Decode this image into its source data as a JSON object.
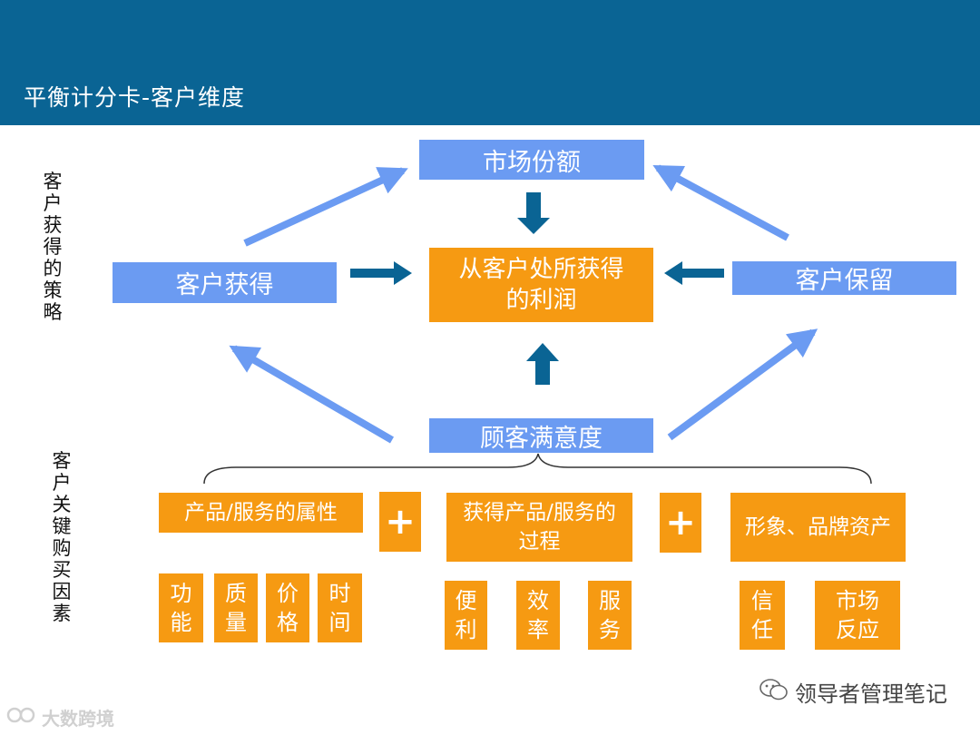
{
  "header": {
    "title": "平衡计分卡-客户维度"
  },
  "side_labels": {
    "strategy": "客户获得的策略",
    "key_factors": "客户关键购买因素"
  },
  "top_boxes": {
    "market_share": "市场份额",
    "acquisition": "客户获得",
    "retention": "客户保留",
    "profit": "从客户处所获得的利润",
    "satisfaction": "顾客满意度"
  },
  "factor_groups": {
    "attributes": "产品/服务的属性",
    "process": "获得产品/服务的过程",
    "image": "形象、品牌资产",
    "plus1": "+",
    "plus2": "+"
  },
  "attribute_items": [
    "功能",
    "质量",
    "价格",
    "时间"
  ],
  "process_items": [
    "便利",
    "效率",
    "服务"
  ],
  "image_items": [
    "信任",
    "市场反应"
  ],
  "watermark": {
    "text": "领导者管理笔记"
  },
  "brand": {
    "text": "大数跨境"
  },
  "colors": {
    "header": "#0a6494",
    "blue_box": "#6b9bf2",
    "orange_box": "#f69a12",
    "arrow_dark": "#0a6494",
    "arrow_light": "#6b9bf2"
  }
}
